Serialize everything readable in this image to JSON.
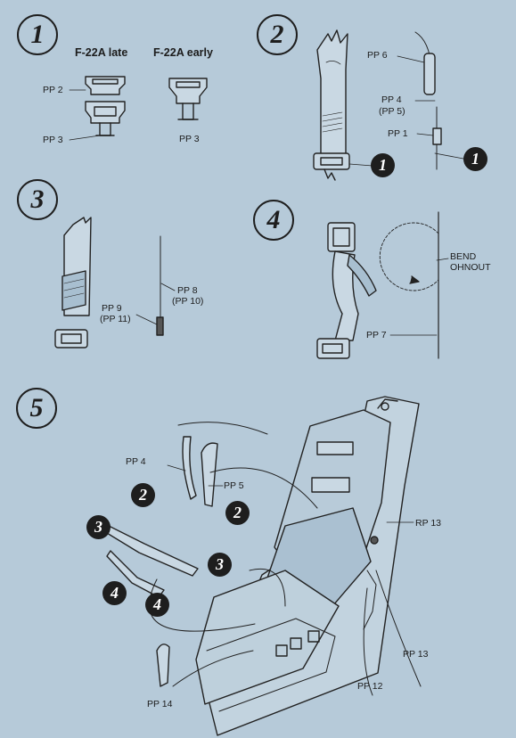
{
  "steps": [
    "1",
    "2",
    "3",
    "4",
    "5"
  ],
  "step1": {
    "variant_late": "F-22A late",
    "variant_early": "F-22A early",
    "label_pp2": "PP 2",
    "label_pp3_late": "PP 3",
    "label_pp3_early": "PP 3"
  },
  "step2": {
    "label_pp6": "PP 6",
    "label_pp4": "PP 4",
    "label_pp5": "(PP 5)",
    "label_pp1": "PP 1",
    "badge_a": "1",
    "badge_b": "1"
  },
  "step3": {
    "label_pp8": "PP 8",
    "label_pp10": "(PP 10)",
    "label_pp9": "PP 9",
    "label_pp11": "(PP 11)"
  },
  "step4": {
    "bend_line1": "BEND",
    "bend_line2": "OHNOUT",
    "label_pp7": "PP 7"
  },
  "step5": {
    "label_pp4": "PP 4",
    "label_pp5": "PP 5",
    "label_rp13": "RP 13",
    "label_pp13": "PP 13",
    "label_pp12": "PP 12",
    "label_pp14": "PP 14",
    "badges": [
      "2",
      "2",
      "3",
      "3",
      "4",
      "4"
    ]
  }
}
